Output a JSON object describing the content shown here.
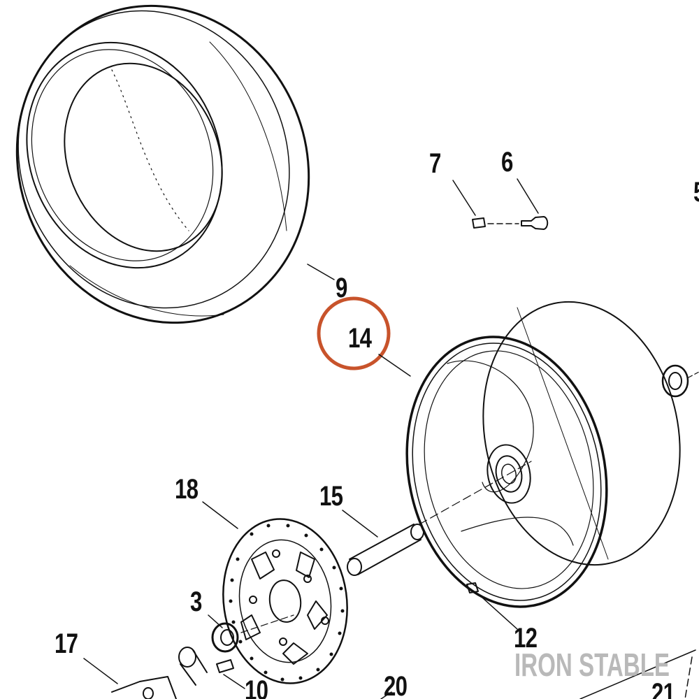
{
  "callouts": [
    {
      "id": "tire",
      "label": "9"
    },
    {
      "id": "valve-cap",
      "label": "7"
    },
    {
      "id": "valve-stem",
      "label": "6"
    },
    {
      "id": "partial-edge",
      "label": "5"
    },
    {
      "id": "highlighted-wheel",
      "label": "14"
    },
    {
      "id": "brake-rotor",
      "label": "18"
    },
    {
      "id": "spacer",
      "label": "15"
    },
    {
      "id": "bearing",
      "label": "3"
    },
    {
      "id": "bracket",
      "label": "17"
    },
    {
      "id": "bolt",
      "label": "10"
    },
    {
      "id": "bottom-center",
      "label": "20"
    },
    {
      "id": "balance-weight",
      "label": "12"
    },
    {
      "id": "bottom-right",
      "label": "21"
    }
  ],
  "highlight": {
    "target": "14",
    "color": "#c8532b"
  },
  "watermark": {
    "text": "IRON STABLE"
  },
  "colors": {
    "line": "#111111",
    "watermark": "#b9b9b9"
  }
}
